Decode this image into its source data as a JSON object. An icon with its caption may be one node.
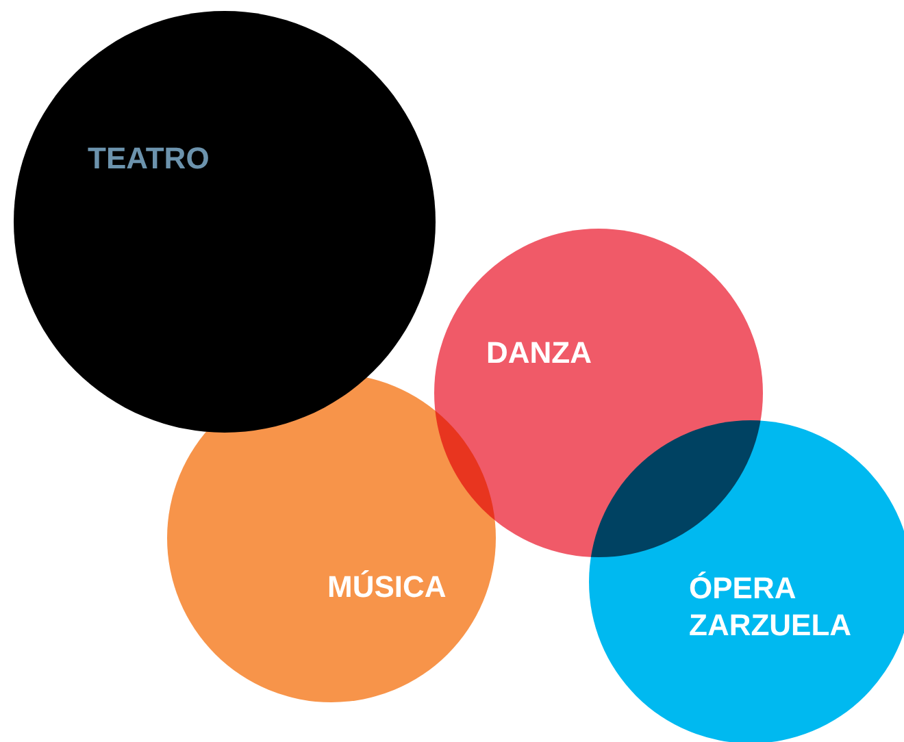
{
  "diagram": {
    "nodes": [
      {
        "text": [
          "TEATRO"
        ]
      },
      {
        "text": [
          "MÚSICA"
        ]
      },
      {
        "text": [
          "DANZA"
        ]
      },
      {
        "text": [
          "ÓPERA ZARZUELA"
        ]
      }
    ]
  }
}
